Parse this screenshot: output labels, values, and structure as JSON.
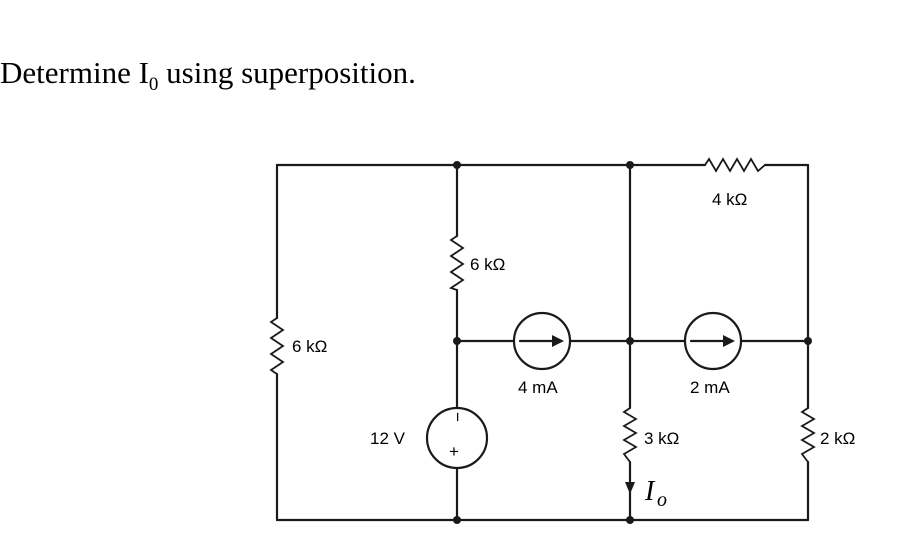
{
  "question": {
    "prefix": "Determine I",
    "subscript": "0",
    "suffix": " using superposition."
  },
  "circuit": {
    "r_left": "6 kΩ",
    "r_mid_top": "6 kΩ",
    "r_top_right": "4 kΩ",
    "r_center": "3 kΩ",
    "r_right": "2 kΩ",
    "i_source_1": "4 mA",
    "i_source_2": "2 mA",
    "v_source": "12 V",
    "v_minus": "−",
    "v_plus": "+",
    "output_current": "I",
    "output_current_sub": "o"
  }
}
